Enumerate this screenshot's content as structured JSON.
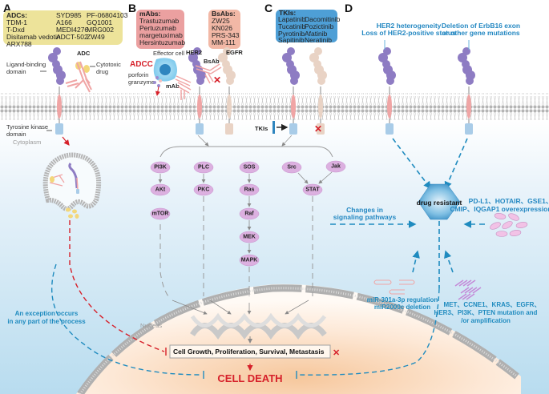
{
  "panels": {
    "A": {
      "letter": "A",
      "box_title": "ADCs:",
      "drugs": [
        "TDM-1",
        "T-Dxd",
        "Disitamab vedotin",
        "ARX788",
        "SYD985",
        "A166",
        "MEDI4276",
        "ADCT-502",
        "PF-06804103",
        "GQ1001",
        "MRG002",
        "ZW49"
      ],
      "labels": {
        "adc": "ADC",
        "cytotoxic_drug_1": "Cytotoxic",
        "cytotoxic_drug_2": "drug",
        "ligand_binding_1": "Ligand-binding",
        "ligand_binding_2": "domain",
        "tyrosine_kinase_1": "Tyrosine kinase",
        "tyrosine_kinase_2": "domain",
        "cytoplasm": "Cytoplasm"
      }
    },
    "B": {
      "letter": "B",
      "mabs_title": "mAbs:",
      "mabs": [
        "Trastuzumab",
        "Pertuzumab",
        "margetuximab",
        "Hersintuzumab"
      ],
      "bsabs_title": "BsAbs:",
      "bsabs": [
        "ZW25",
        "KN026",
        "PRS-343",
        "MM-111"
      ],
      "labels": {
        "effector_cell": "Effector cell",
        "adcc": "ADCC",
        "porforin": "porforin",
        "granzyme": "granzyme",
        "mab": "mAb",
        "her2": "HER2",
        "bsab": "BsAb",
        "egfr": "EGFR"
      }
    },
    "C": {
      "letter": "C",
      "tkis_title": "TKIs:",
      "tkis": [
        "Lapatinib",
        "Tucatinib",
        "Pyrotinib",
        "Sapitinib",
        "Dacomitinib",
        "Pozictinib",
        "Afatinib",
        "Neratinib"
      ],
      "labels": {
        "tkis": "TKIs"
      }
    },
    "D": {
      "letter": "D",
      "her2_heterogeneity_1": "HER2 heterogeneity",
      "her2_heterogeneity_2": "Loss of HER2-positive status",
      "deletion_1": "Deletion of ErbB16 exon",
      "deletion_2": "or other gene mutations",
      "changes_1": "Changes in",
      "changes_2": "signaling pathways",
      "drug_resistant": "drug resistant",
      "overexpression_1": "PD-L1、HOTAIR、GSE1、",
      "overexpression_2": "CMIP、IQGAP1 overexpression",
      "mirna_1": "miR-301a-3p regulation",
      "mirna_2": "miR2000c deletion",
      "mutation_1": "MET、CCNE1、KRAS、EGFR、",
      "mutation_2": "HER3、PI3K、PTEN mutation and",
      "mutation_3": "/or amplification"
    }
  },
  "pathway": {
    "col1": [
      "PI3K",
      "AKt",
      "mTOR"
    ],
    "col2": [
      "PLC",
      "PKC"
    ],
    "col3": [
      "SOS",
      "Ras",
      "Raf",
      "MEK",
      "MAPK"
    ],
    "col4_top": [
      "Src",
      "Jak"
    ],
    "col4_bottom": "STAT"
  },
  "nucleus": {
    "label": "Nucleus",
    "outcome": "Cell Growth, Proliferation, Survival, Metastasis",
    "cell_death": "CELL DEATH"
  },
  "exception": {
    "line1": "An exception occurs",
    "line2": "in any part of the process"
  },
  "colors": {
    "adc_box": "#ede39a",
    "mab_box": "#eba0a0",
    "bsab_box": "#f2b8a6",
    "tki_box": "#4e9fd6",
    "receptor_purple": "#8e7cc3",
    "membrane_pink": "#f0a5a5",
    "kinase_blue": "#a9cce8",
    "egfr_beige": "#e9d3c5",
    "node_pink": "#dcb0e0",
    "blue_accent": "#1f8bbf",
    "red_accent": "#d6202a"
  }
}
